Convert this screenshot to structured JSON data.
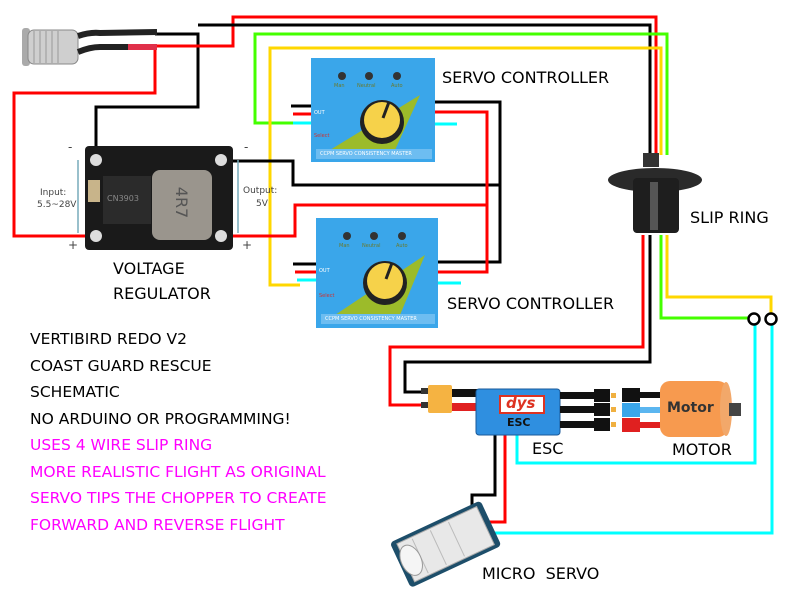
{
  "labels": {
    "servo_controller_1": "SERVO CONTROLLER",
    "servo_controller_2": "SERVO CONTROLLER",
    "slip_ring": "SLIP RING",
    "voltage_regulator": [
      "VOLTAGE",
      "REGULATOR"
    ],
    "esc": "ESC",
    "motor": "MOTOR",
    "micro_servo": "MICRO  SERVO"
  },
  "regulator": {
    "input_label": "Input:",
    "input_value": "5.5~28V",
    "output_label": "Output:",
    "output_value": "5V",
    "minus": "-",
    "plus": "+",
    "chip_text": "CN3903",
    "inductor_text": "4R7"
  },
  "servo_board": {
    "leds": [
      "Man",
      "Neutral",
      "Auto"
    ],
    "footer": "CCPM SERVO CONSISTENCY MASTER",
    "out_label": "OUT",
    "select_label": "Select"
  },
  "esc_unit": {
    "brand": "dys",
    "text": "ESC"
  },
  "motor_unit": {
    "text": "Motor"
  },
  "notes": {
    "black_lines": [
      "VERTIBIRD REDO V2",
      "COAST GUARD RESCUE",
      "SCHEMATIC",
      "NO ARDUINO OR PROGRAMMING!"
    ],
    "magenta_lines": [
      "USES 4 WIRE SLIP RING",
      "MORE REALISTIC FLIGHT AS ORIGINAL",
      "SERVO TIPS THE CHOPPER TO CREATE",
      "FORWARD AND REVERSE FLIGHT"
    ]
  },
  "colors": {
    "red": "#ff0000",
    "black": "#000000",
    "green": "#44ff00",
    "yellow": "#ffd700",
    "cyan": "#00ffff",
    "magenta": "#ff00ff",
    "servo_board_blue": "#3aa6ea",
    "motor_orange": "#f79a4f"
  }
}
